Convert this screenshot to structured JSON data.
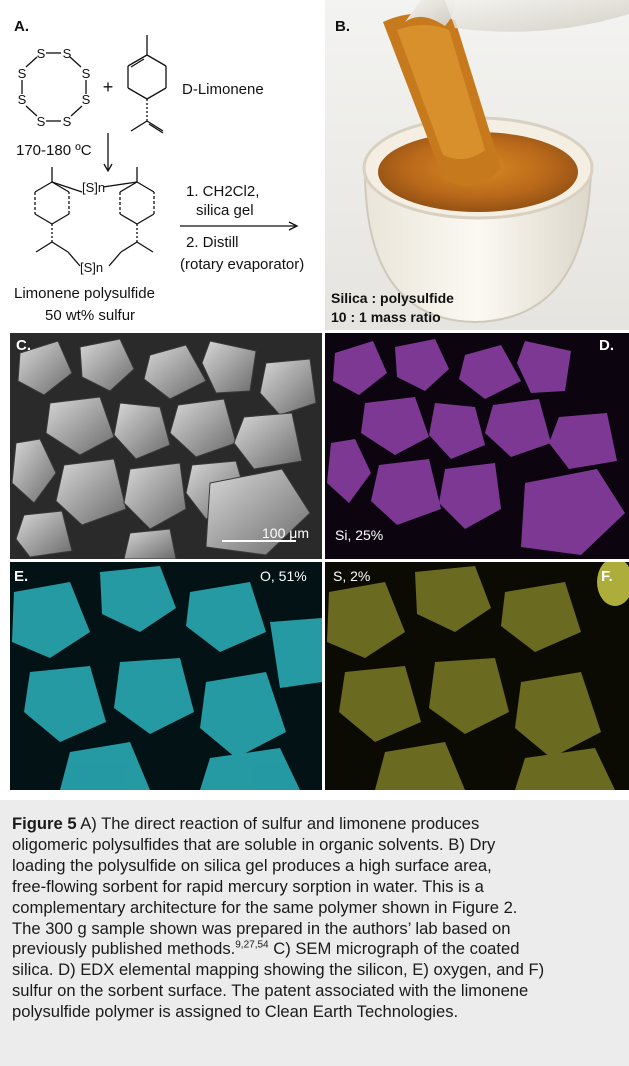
{
  "panel_a": {
    "label": "A.",
    "ring_atom": "S",
    "plus": "+",
    "limonene": "D-Limonene",
    "temperature": "170-180 ºC",
    "s_bridge": "[S]n",
    "step1_line1": "1. CH2Cl2,",
    "step1_line2": "silica gel",
    "step2_line1": "2. Distill",
    "step2_line2": "(rotary evaporator)",
    "product_name": "Limonene polysulfide",
    "product_sulfur": "50 wt% sulfur"
  },
  "panel_b": {
    "label": "B.",
    "caption_line1": "Silica : polysulfide",
    "caption_line2": "10 : 1 mass ratio"
  },
  "panel_c": {
    "label": "C.",
    "scale_bar": "100 μm"
  },
  "panel_d": {
    "label": "D.",
    "element": "Si, 25%",
    "color": "#8a3ea3"
  },
  "panel_e": {
    "label": "E.",
    "element": "O, 51%",
    "color": "#29a9b2"
  },
  "panel_f": {
    "label": "F.",
    "element": "S, 2%",
    "color": "#b9b938"
  },
  "caption": {
    "figure_label": "Figure 5",
    "lines": [
      " A) The direct reaction of sulfur and limonene produces",
      "oligomeric polysulfides that are soluble in organic solvents. B) Dry",
      "loading the polysulfide on silica gel produces a high surface area,",
      "free-flowing sorbent for rapid mercury sorption in water. This is a",
      "complementary architecture for the same polymer shown in Figure 2.",
      "The 300 g sample shown was prepared in the authors’ lab based on",
      "previously published methods.",
      " C) SEM micrograph of the coated",
      "silica. D) EDX elemental mapping showing the silicon, E) oxygen, and F)",
      "sulfur on the sorbent surface. The patent associated with the limonene",
      "polysulfide polymer is assigned to Clean Earth Technologies."
    ],
    "ref_superscript": "9,27,54"
  }
}
